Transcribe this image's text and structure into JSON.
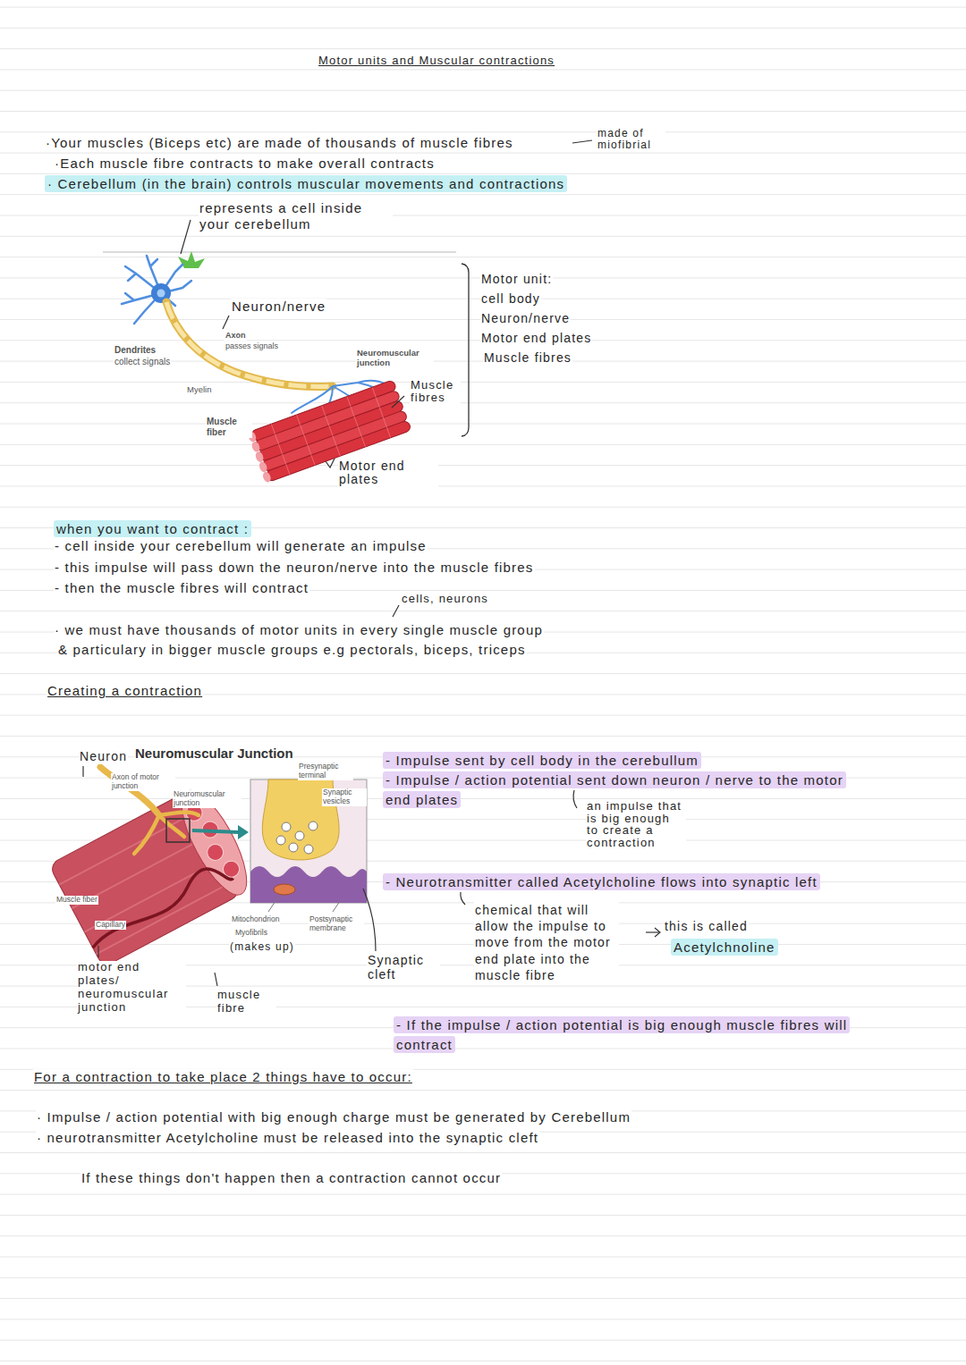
{
  "diagram": {
    "title": "Motor units and Muscular contractions",
    "nodes": [
      {
        "text": [
          "· Cerebellum (in the brain) controls muscular movements and contractions"
        ]
      },
      {
        "text": [
          "when you want to contract :"
        ]
      },
      {
        "text": [
          "- Impulse sent by cell body in the cerebullum"
        ]
      },
      {
        "text": [
          "- Impulse / action potential sent down neuron / nerve to the motor end plates"
        ]
      },
      {
        "text": [
          "- Neurotransmitter called Acetylcholine flows into synaptic left"
        ]
      },
      {
        "text": [
          "Acetylchnoline"
        ]
      },
      {
        "text": [
          "- If the impulse / action potential is big enough muscle fibres will contract"
        ]
      }
    ],
    "labels": [
      "·Your muscles (Biceps etc) are made of thousands of muscle fibres",
      "made of miofibrial",
      "·Each muscle fibre contracts to make overall contracts",
      "represents a cell inside your cerebellum",
      "Neuron/nerve",
      "Dendrites",
      "collect signals",
      "Axon",
      "passes signals",
      "Neuromuscular junction",
      "Myelin",
      "Muscle fibres",
      "Muscle fiber",
      "Motor end plates",
      "Motor unit:",
      "cell body",
      "Neuron/nerve",
      "Motor end plates",
      "Muscle fibres",
      "- cell inside your cerebellum will generate an impulse",
      "- this impulse will pass down the neuron/nerve into the muscle fibres",
      "- then the muscle fibres will contract",
      "cells, neurons",
      "· we must have thousands of motor units in every single muscle group",
      "& particulary in bigger muscle groups e.g pectorals, biceps, triceps",
      "Creating a contraction",
      "Neuron",
      "Neuromuscular Junction",
      "Axon of motor junction",
      "Neuromuscular junction",
      "Presynaptic terminal",
      "Synaptic vesicles",
      "an impulse that is big enough to create a contraction",
      "Muscle fiber",
      "Capillary",
      "Mitochondrion",
      "Postsynaptic membrane",
      "Myofibrils",
      "chemical that will allow the impulse to move from the motor end plate into the muscle fibre",
      "this is called",
      "(makes up)",
      "motor end plates/ neuromuscular junction",
      "Synaptic cleft",
      "muscle fibre",
      "For a contraction to take place 2 things have to occur:",
      "· Impulse / action potential with big enough charge must be generated by Cerebellum",
      "· neurotransmitter Acetylcholine must be released into the synaptic cleft",
      "If these things don't happen then a contraction cannot occur"
    ]
  }
}
